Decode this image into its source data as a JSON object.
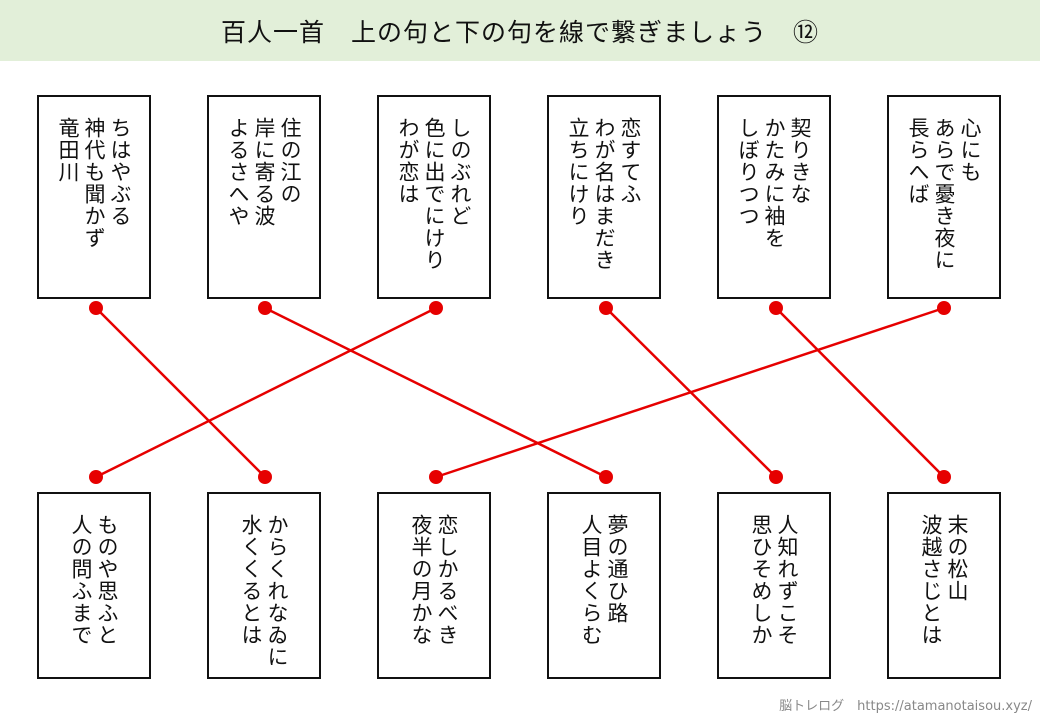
{
  "header": {
    "title": "百人一首　上の句と下の句を線で繋ぎましょう　⑫"
  },
  "upper_verses": [
    {
      "lines": "ちはやぶる\n神代も聞かず\n竜田川"
    },
    {
      "lines": "住の江の\n岸に寄る波\nよるさへや"
    },
    {
      "lines": "しのぶれど\n色に出でにけり\nわが恋は"
    },
    {
      "lines": "恋すてふ\nわが名はまだき\n立ちにけり"
    },
    {
      "lines": "契りきな\nかたみに袖を\nしぼりつつ"
    },
    {
      "lines": "心にも\nあらで憂き夜に\n長らへば"
    }
  ],
  "lower_verses": [
    {
      "lines": "ものや思ふと\n人の問ふまで"
    },
    {
      "lines": "からくれなゐに\n水くくるとは"
    },
    {
      "lines": "恋しかるべき\n夜半の月かな"
    },
    {
      "lines": "夢の通ひ路\n人目よくらむ"
    },
    {
      "lines": "人知れずこそ\n思ひそめしか"
    },
    {
      "lines": "末の松山\n波越さじとは"
    }
  ],
  "connections": [
    [
      0,
      1
    ],
    [
      1,
      3
    ],
    [
      2,
      0
    ],
    [
      3,
      4
    ],
    [
      4,
      5
    ],
    [
      5,
      2
    ]
  ],
  "line_color": "#e60000",
  "footer": {
    "credit": "脳トレログ　https://atamanotaisou.xyz/"
  }
}
